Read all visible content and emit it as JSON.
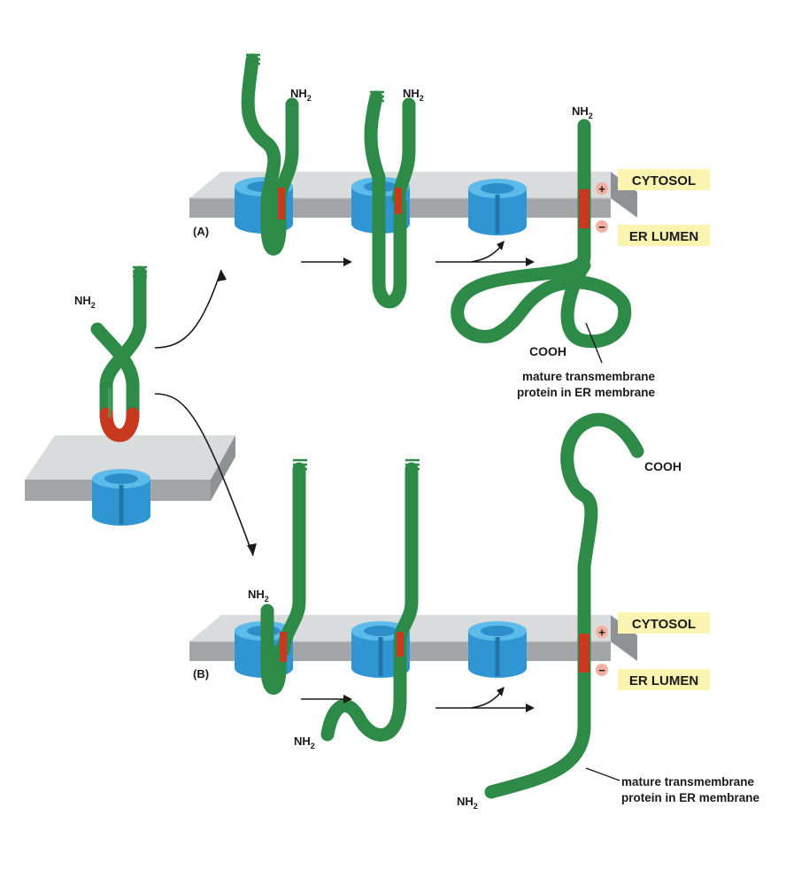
{
  "labels": {
    "panel_a": "(A)",
    "panel_b": "(B)",
    "cytosol": "CYTOSOL",
    "er_lumen": "ER LUMEN",
    "nh": "NH",
    "sub2": "2",
    "cooh": "COOH",
    "plus": "+",
    "minus": "−",
    "mature_line1": "mature transmembrane",
    "mature_line2": "protein in ER membrane"
  },
  "colors": {
    "chain": "#2e8b47",
    "signal_segment": "#c8381e",
    "translocator": "#3aa3de",
    "membrane_top": "#d9dbdc",
    "membrane_side": "#a3a6a8",
    "compartment_tag": "#fbf3b0",
    "charge_marker": "#f2b09e"
  },
  "icons": [
    "membrane-slab",
    "translocon-channel",
    "polypeptide-chain",
    "flow-arrow"
  ]
}
